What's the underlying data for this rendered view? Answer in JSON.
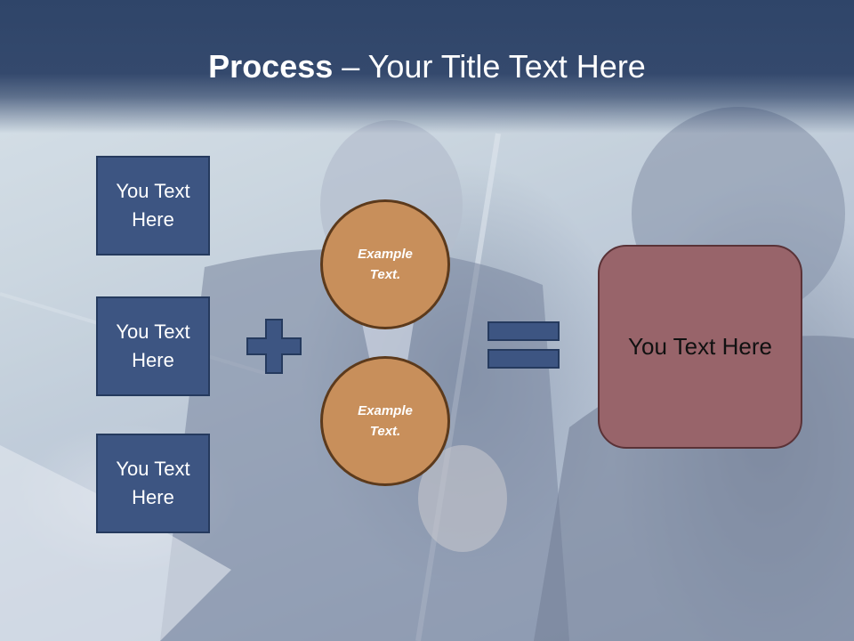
{
  "slide": {
    "title_bold": "Process",
    "title_rest": " – Your Title Text Here",
    "inputs": [
      {
        "label": "You Text Here"
      },
      {
        "label": "You Text Here"
      },
      {
        "label": "You Text Here"
      }
    ],
    "circles": [
      {
        "label": "Example Text."
      },
      {
        "label": "Example Text."
      }
    ],
    "operators": {
      "plus": "plus-icon",
      "equals": "equals-icon"
    },
    "result": {
      "label": "You Text Here"
    },
    "colors": {
      "header": "#34496d",
      "input_box": "#3d5582",
      "circle": "#c88f5b",
      "result_box": "#98646a"
    }
  }
}
